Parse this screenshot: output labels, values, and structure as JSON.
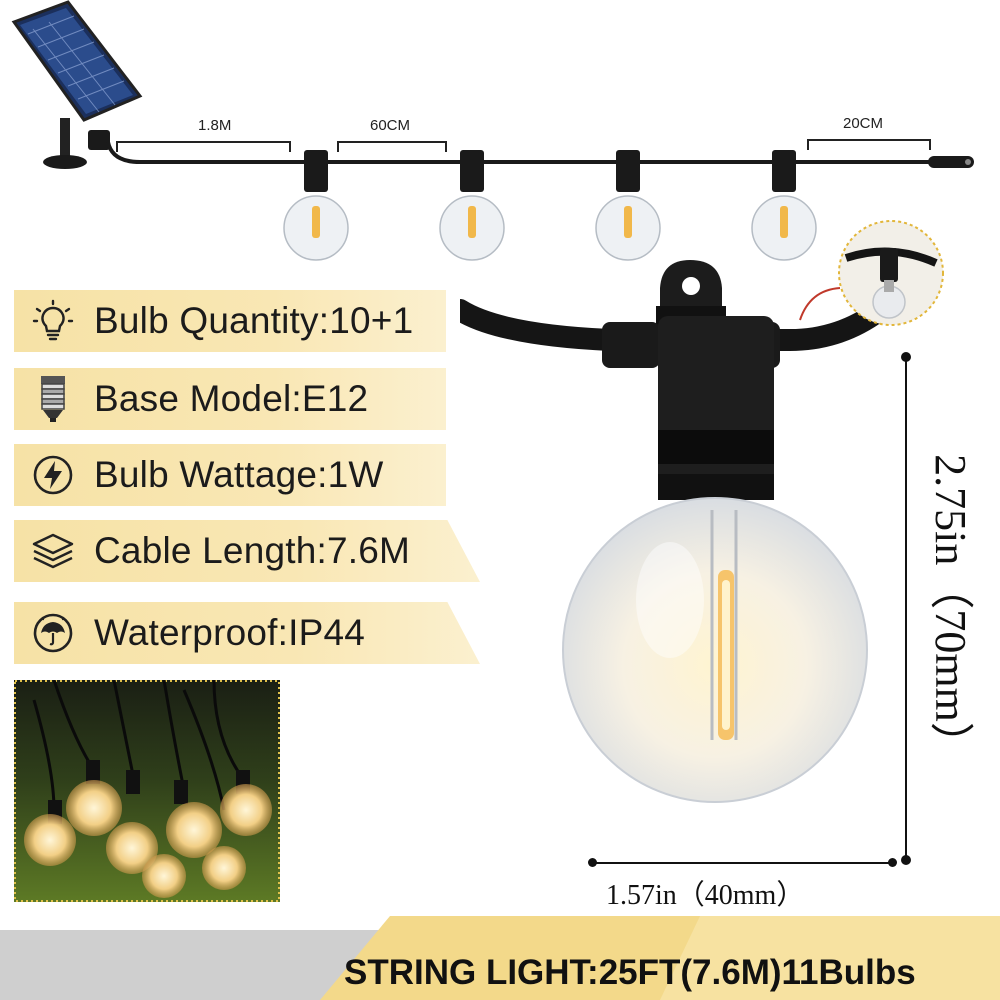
{
  "diagram": {
    "lengths": {
      "lead": "1.8M",
      "spacing": "60CM",
      "tail": "20CM"
    }
  },
  "specs": [
    {
      "icon": "lightbulb-icon",
      "label": "Bulb Quantity:10+1"
    },
    {
      "icon": "bulb-base-icon",
      "label": "Base Model:E12"
    },
    {
      "icon": "lightning-icon",
      "label": "Bulb Wattage:1W"
    },
    {
      "icon": "layers-icon",
      "label": "Cable Length:7.6M"
    },
    {
      "icon": "umbrella-icon",
      "label": "Waterproof:IP44"
    }
  ],
  "dimensions": {
    "height": "2.75in（70mm）",
    "width": "1.57in（40mm）"
  },
  "footer": {
    "title": "STRING LIGHT:25FT(7.6M)11Bulbs"
  },
  "colors": {
    "band": "#f6e2a6",
    "accent": "#f2c94c",
    "cable": "#1a1a1a"
  }
}
